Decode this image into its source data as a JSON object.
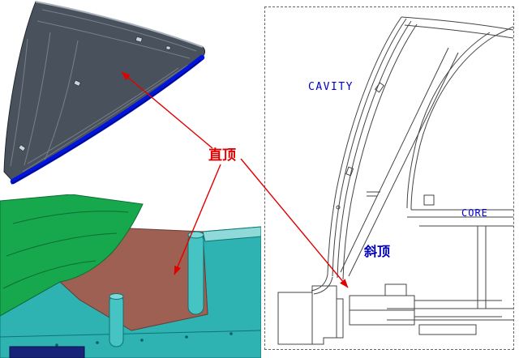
{
  "figure": {
    "annotation": {
      "zhiding_label": "直顶"
    },
    "section_view": {
      "cavity_label": "CAVITY",
      "core_label": "CORE",
      "xieding_label": "斜顶"
    }
  },
  "colors": {
    "annotation_red": "#e10000",
    "cad_text_blue": "#0000c8",
    "part_edge_blue": "#0014e0",
    "panel_gray": "#49525c",
    "mold_green": "#17a74d",
    "mold_teal": "#2eb2b2",
    "lifter_brown": "#9d6052",
    "navy_block": "#16257a"
  }
}
